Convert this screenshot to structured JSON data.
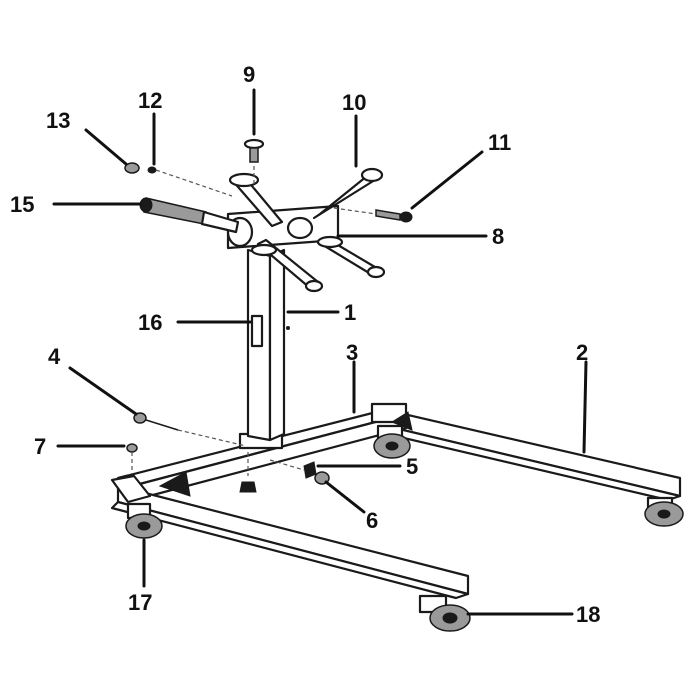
{
  "callouts": [
    {
      "id": "c1",
      "label": "1"
    },
    {
      "id": "c2",
      "label": "2"
    },
    {
      "id": "c3",
      "label": "3"
    },
    {
      "id": "c4",
      "label": "4"
    },
    {
      "id": "c5",
      "label": "5"
    },
    {
      "id": "c6",
      "label": "6"
    },
    {
      "id": "c7",
      "label": "7"
    },
    {
      "id": "c8",
      "label": "8"
    },
    {
      "id": "c9",
      "label": "9"
    },
    {
      "id": "c10",
      "label": "10"
    },
    {
      "id": "c11",
      "label": "11"
    },
    {
      "id": "c12",
      "label": "12"
    },
    {
      "id": "c13",
      "label": "13"
    },
    {
      "id": "c15",
      "label": "15"
    },
    {
      "id": "c16",
      "label": "16"
    },
    {
      "id": "c17",
      "label": "17"
    },
    {
      "id": "c18",
      "label": "18"
    }
  ],
  "colors": {
    "ink": "#111111",
    "background": "#ffffff"
  }
}
